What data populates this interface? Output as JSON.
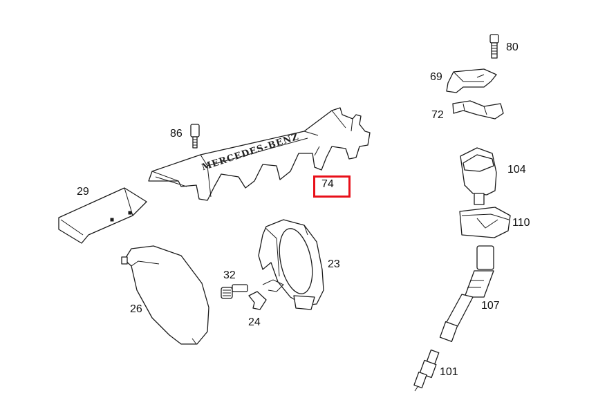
{
  "parts": {
    "p80": "80",
    "p69": "69",
    "p72": "72",
    "p86": "86",
    "p104": "104",
    "p74": "74",
    "p29": "29",
    "p110": "110",
    "p32": "32",
    "p23": "23",
    "p26": "26",
    "p24": "24",
    "p107": "107",
    "p101": "101"
  },
  "cover_brand_text": "MERCEDES-BENZ",
  "highlight_color": "#e8101a"
}
